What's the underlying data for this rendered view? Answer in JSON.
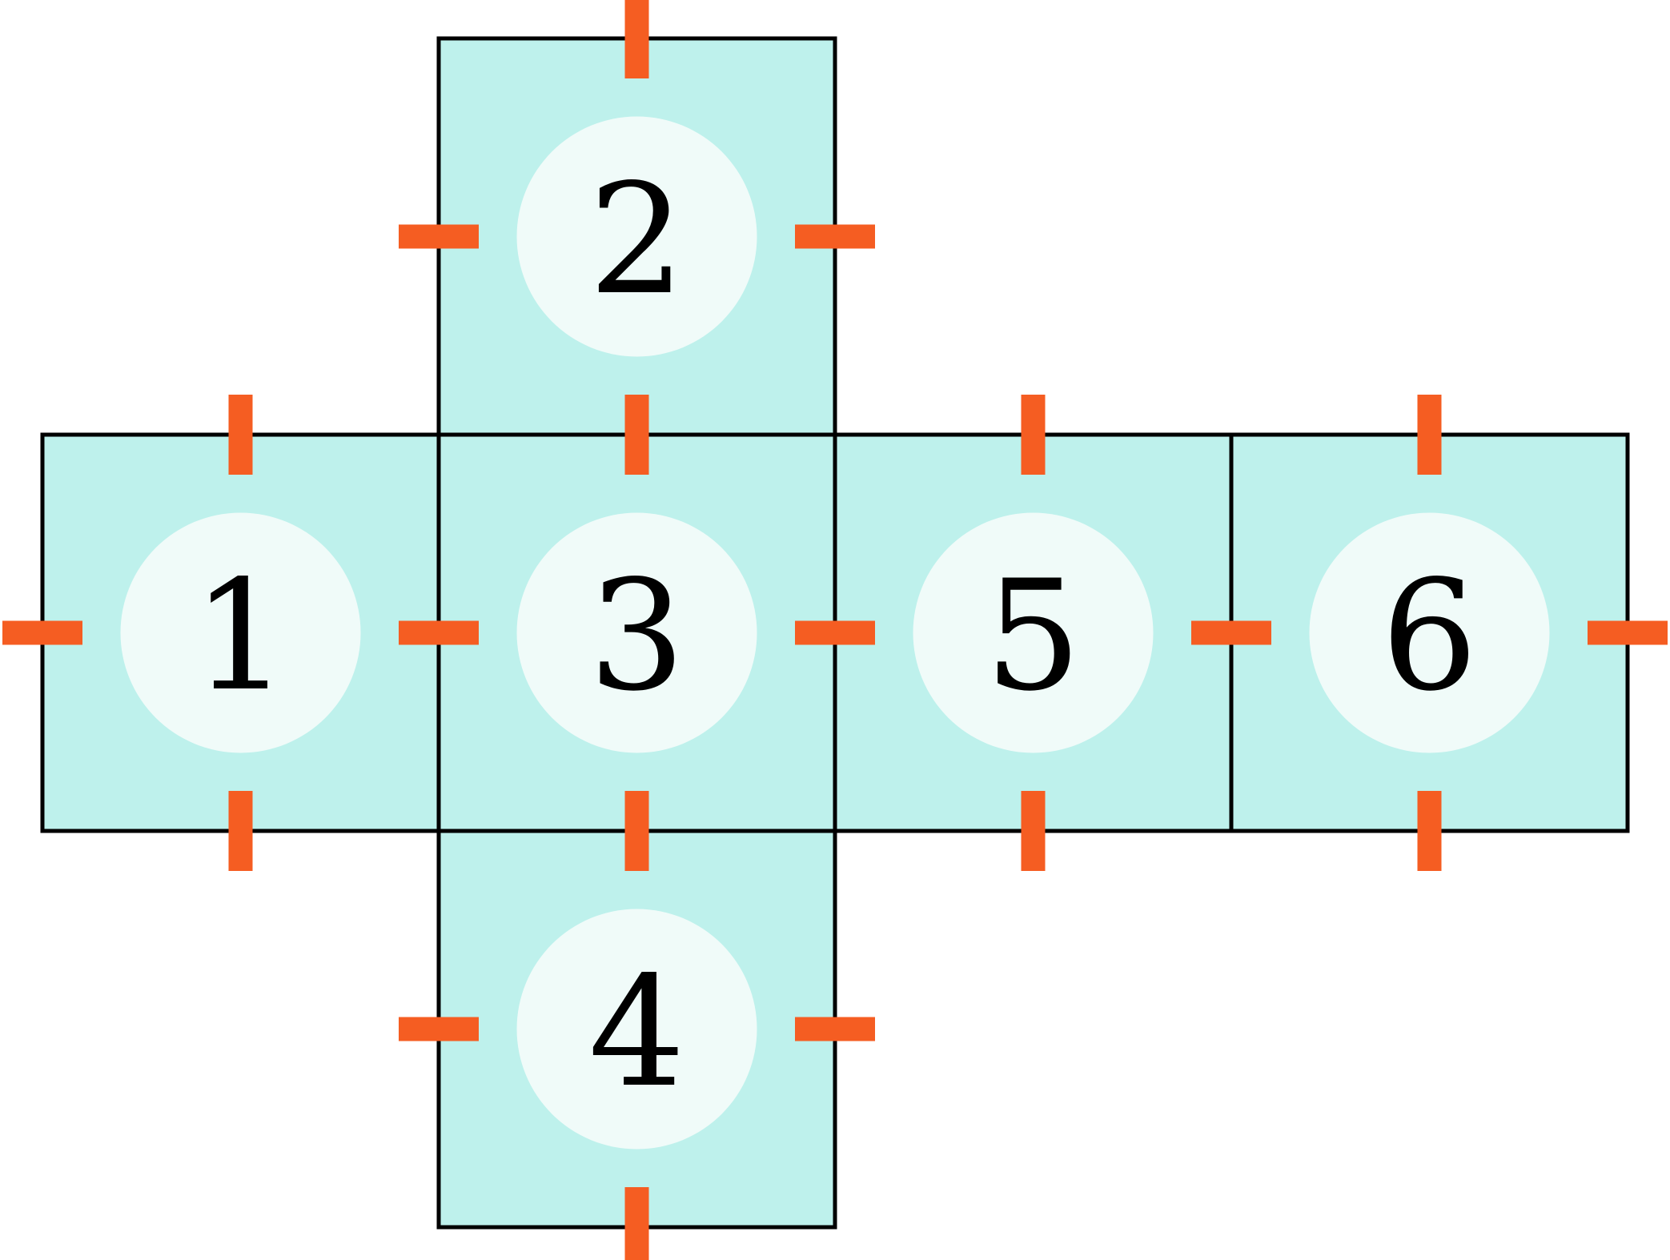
{
  "diagram": {
    "type": "cube-net",
    "colors": {
      "face_fill": "#bef1ec",
      "disc_fill": "#f0fbf9",
      "tick": "#f55d22",
      "outline": "#000000"
    },
    "faces": [
      {
        "label": "2",
        "row": 0,
        "col": 1
      },
      {
        "label": "1",
        "row": 1,
        "col": 0
      },
      {
        "label": "3",
        "row": 1,
        "col": 1
      },
      {
        "label": "5",
        "row": 1,
        "col": 2
      },
      {
        "label": "6",
        "row": 1,
        "col": 3
      },
      {
        "label": "4",
        "row": 2,
        "col": 1
      }
    ]
  }
}
